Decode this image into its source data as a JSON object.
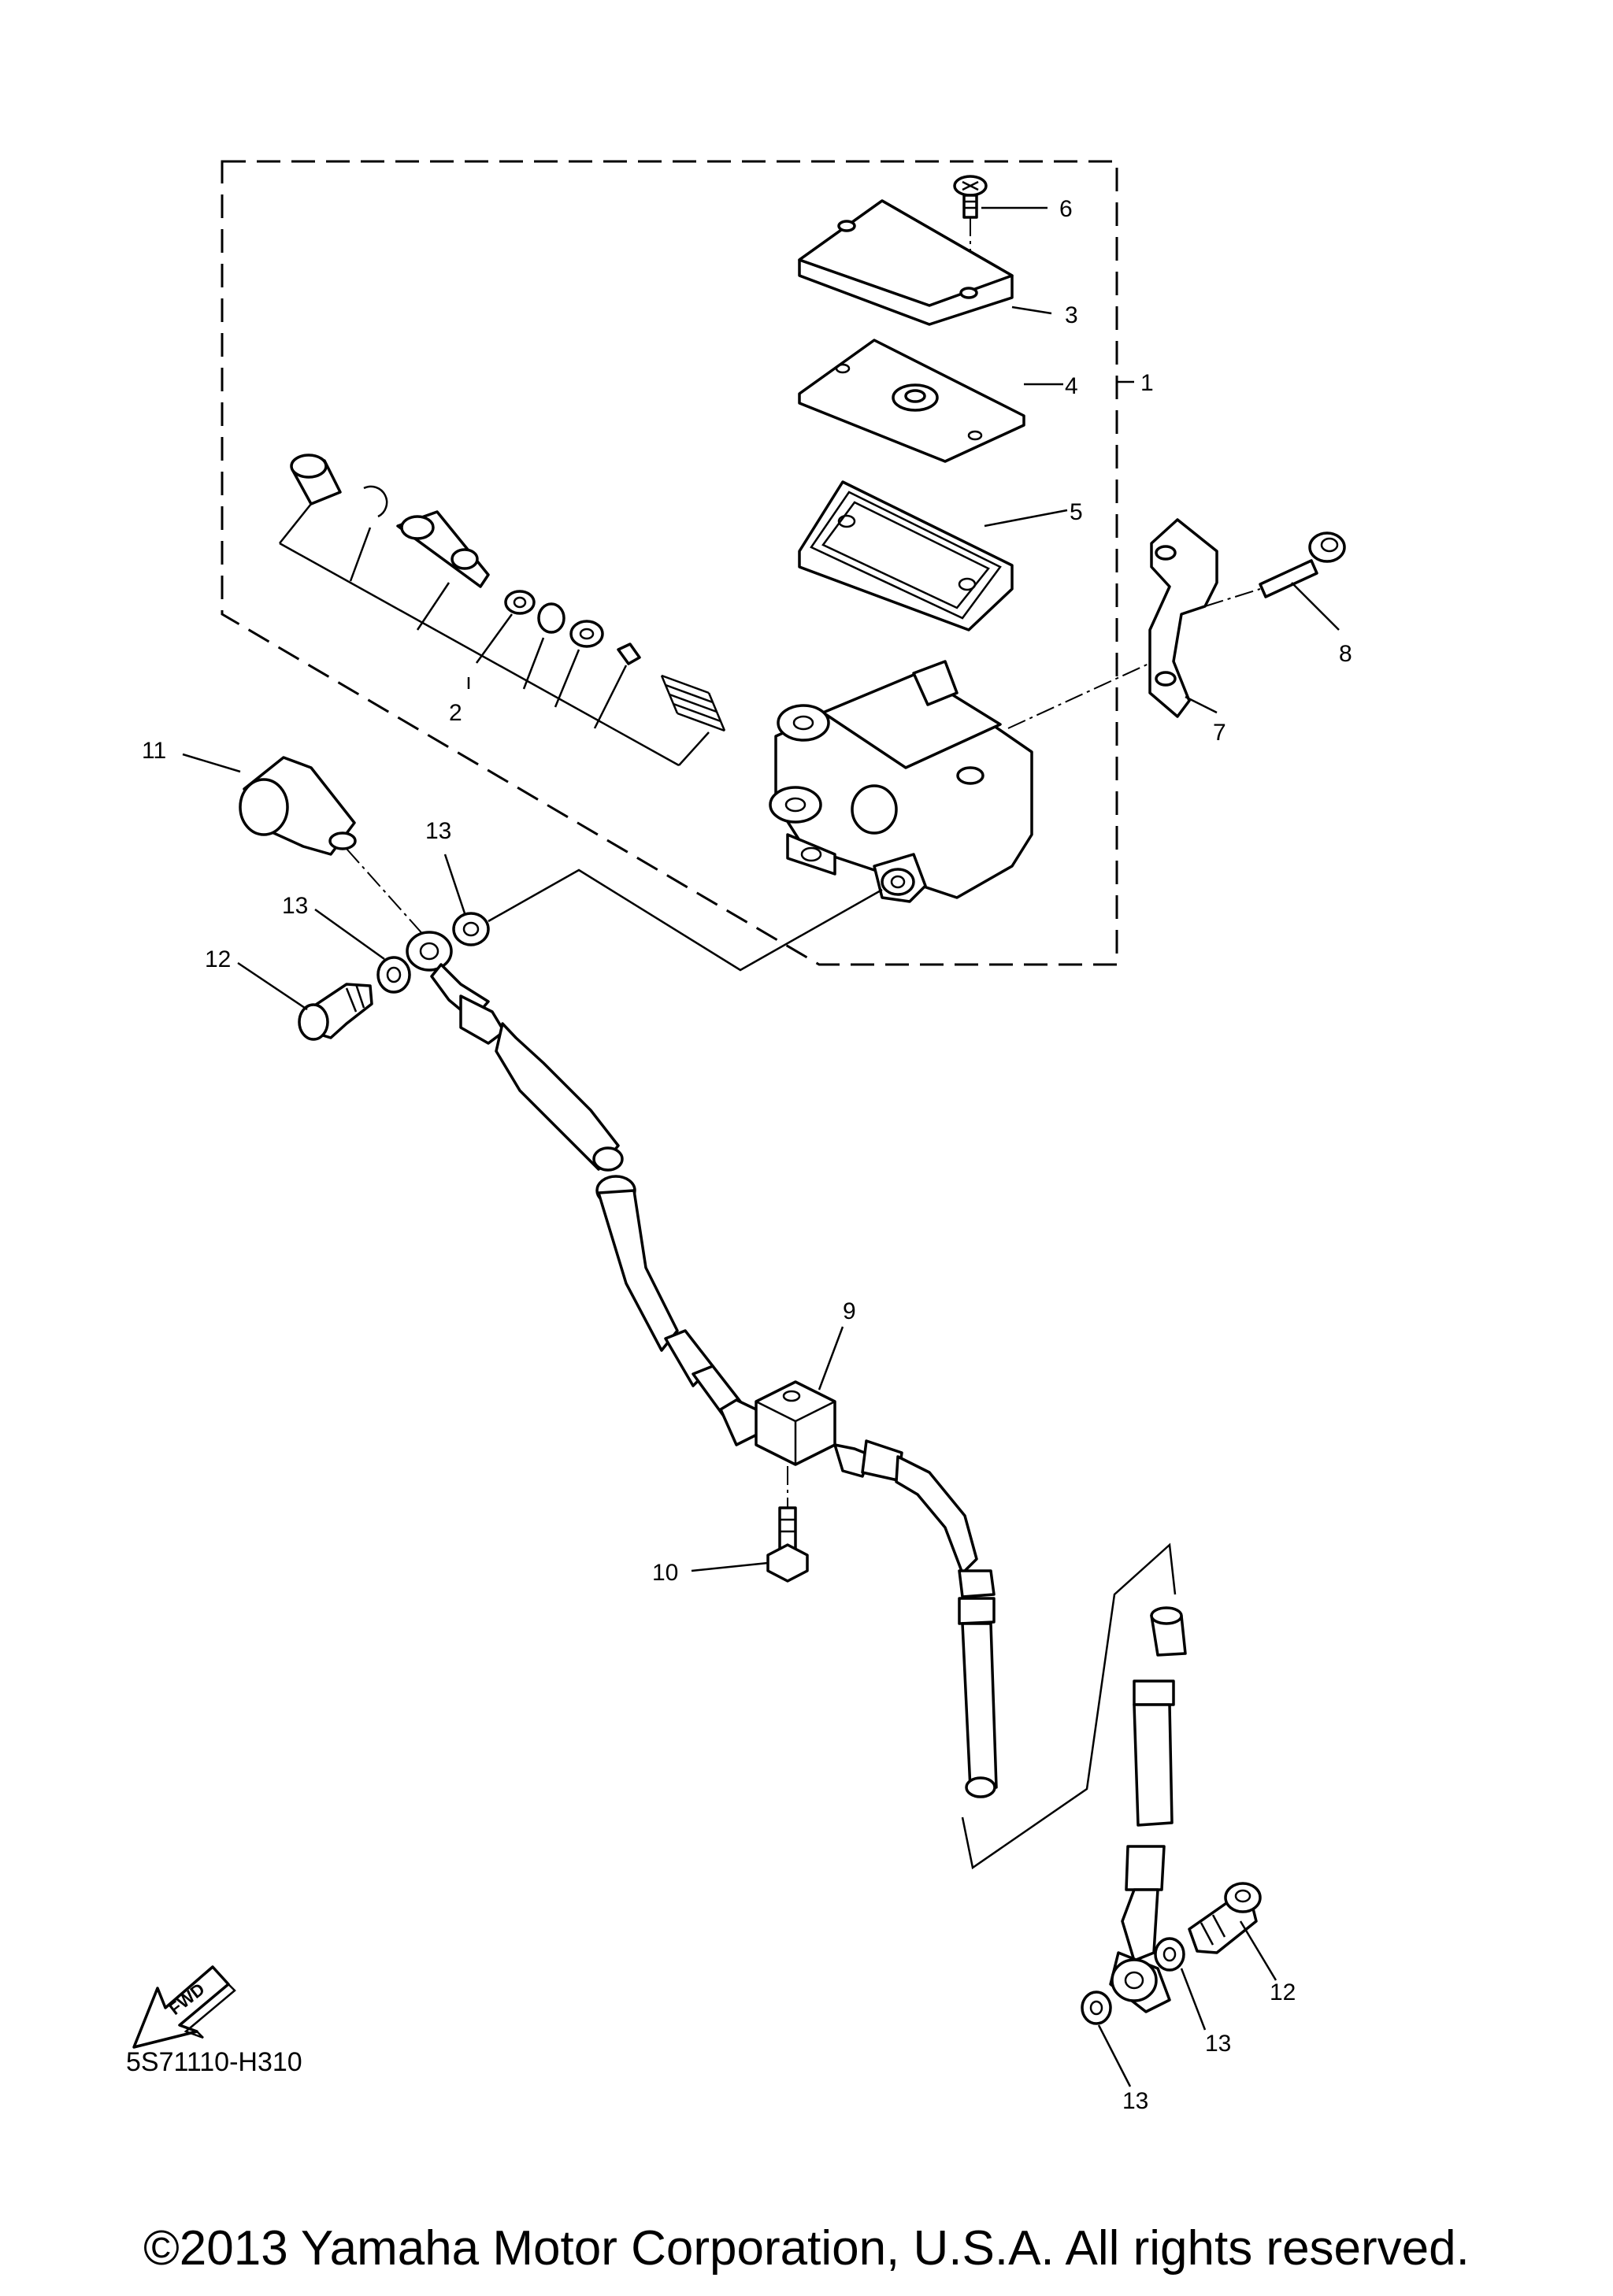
{
  "callouts": {
    "c1": "1",
    "c2": "2",
    "c3": "3",
    "c4": "4",
    "c5": "5",
    "c6": "6",
    "c7": "7",
    "c8": "8",
    "c9": "9",
    "c10": "10",
    "c11": "11",
    "c12a": "12",
    "c12b": "12",
    "c13a": "13",
    "c13b": "13",
    "c13c": "13",
    "c13d": "13"
  },
  "fwd_label": "FWD",
  "diagram_code": "5S71110-H310",
  "copyright": "©2013 Yamaha Motor Corporation, U.S.A. All rights reserved."
}
